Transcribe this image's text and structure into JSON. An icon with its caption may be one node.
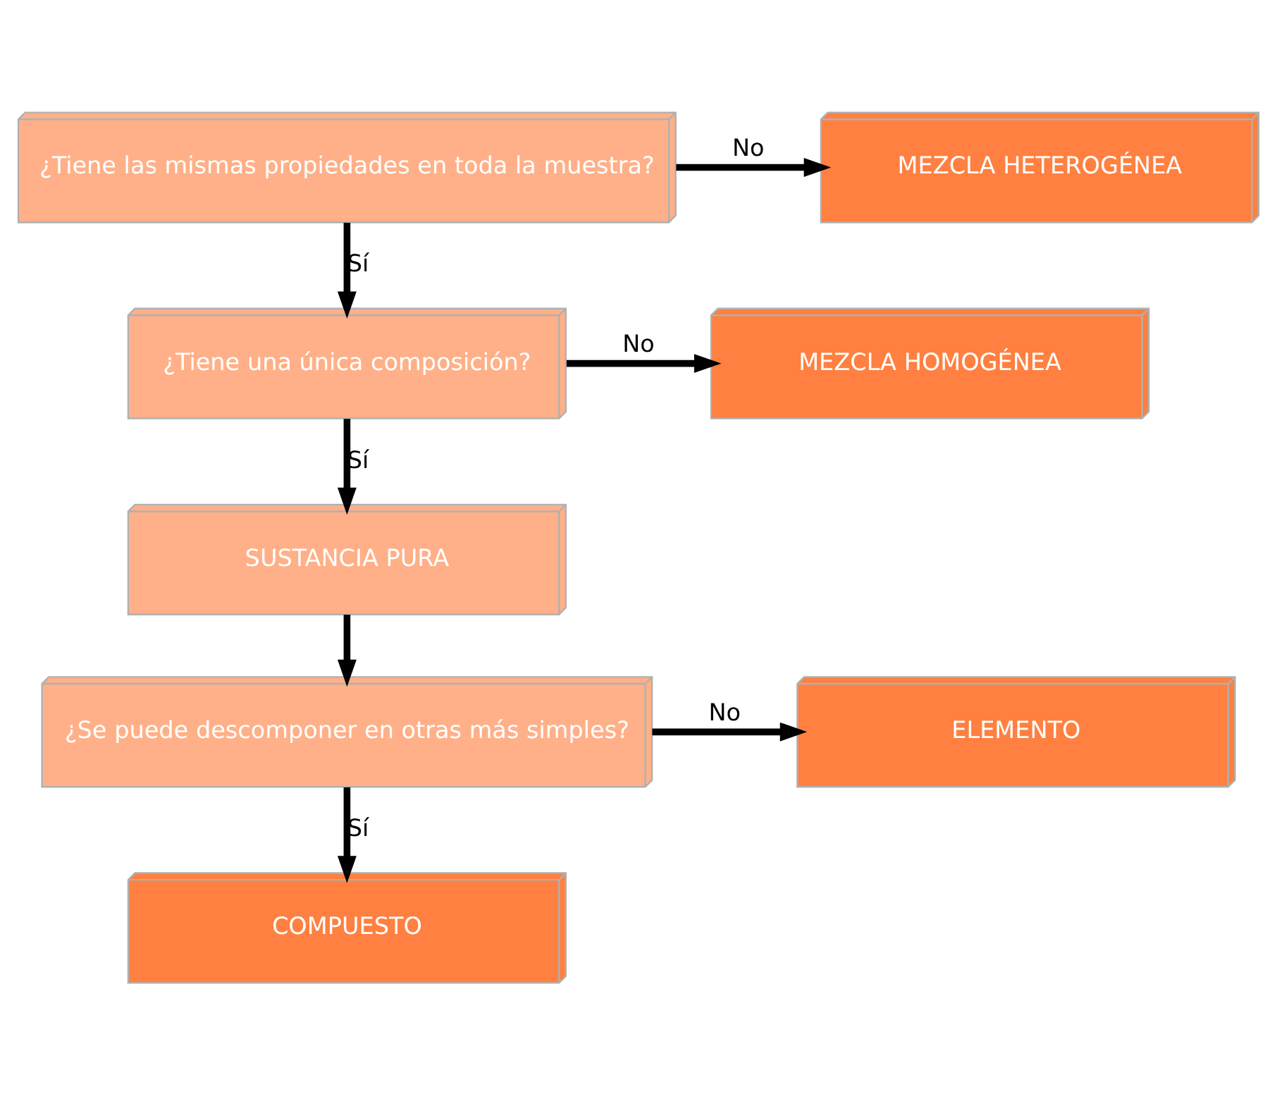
{
  "diagram": {
    "nodes": [
      {
        "text": [
          "¿Tiene las mismas propiedades en toda la muestra?"
        ]
      },
      {
        "text": [
          "MEZCLA HETEROGÉNEA"
        ]
      },
      {
        "text": [
          "¿Tiene una única composición?"
        ]
      },
      {
        "text": [
          "MEZCLA HOMOGÉNEA"
        ]
      },
      {
        "text": [
          "SUSTANCIA PURA"
        ]
      },
      {
        "text": [
          "¿Se puede descomponer en otras más simples?"
        ]
      },
      {
        "text": [
          "ELEMENTO"
        ]
      },
      {
        "text": [
          "COMPUESTO"
        ]
      }
    ],
    "edges": [
      {
        "from": 0,
        "to": 1,
        "arrow": "to",
        "label": "No"
      },
      {
        "from": 0,
        "to": 2,
        "arrow": "to",
        "label": "Sí"
      },
      {
        "from": 2,
        "to": 3,
        "arrow": "to",
        "label": "No"
      },
      {
        "from": 2,
        "to": 4,
        "arrow": "to",
        "label": "Sí"
      },
      {
        "from": 4,
        "to": 5,
        "arrow": "to"
      },
      {
        "from": 5,
        "to": 6,
        "arrow": "to",
        "label": "No"
      },
      {
        "from": 5,
        "to": 7,
        "arrow": "to",
        "label": "Sí"
      }
    ]
  }
}
